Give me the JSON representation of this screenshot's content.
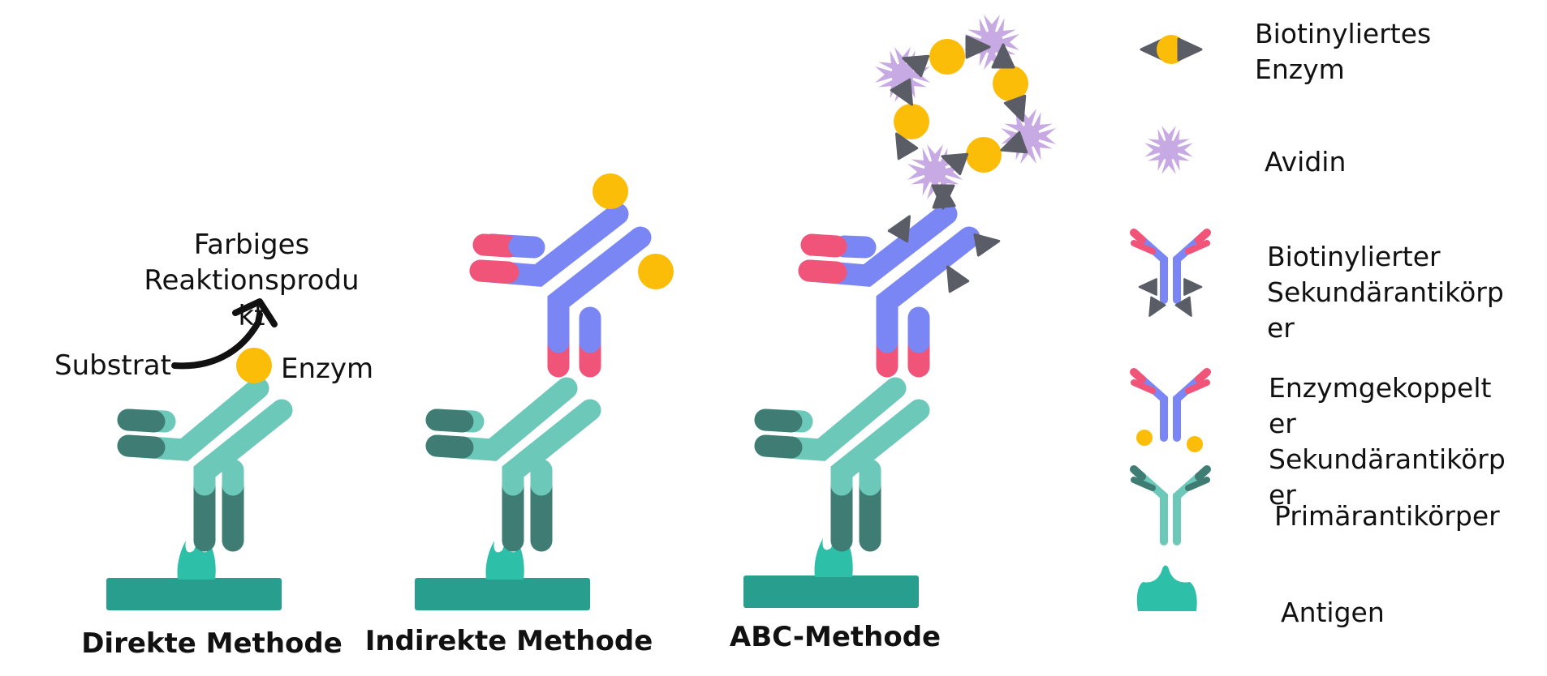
{
  "labels": {
    "product": [
      "Farbiges",
      "Reaktionsprodu",
      "kt"
    ],
    "substrate": "Substrat",
    "enzyme": "Enzym"
  },
  "methods": [
    {
      "title": "Direkte Methode"
    },
    {
      "title": "Indirekte Methode"
    },
    {
      "title": "ABC-Methode"
    }
  ],
  "legend": {
    "biotinylated_enzyme": [
      "Biotinyliertes",
      "Enzym"
    ],
    "avidin": "Avidin",
    "biotinylated_secondary": [
      "Biotinylierter",
      "Sekundärantikörp",
      "er"
    ],
    "enzyme_secondary": [
      "Enzymgekoppelt",
      "er",
      "Sekundärantikörp",
      "er"
    ],
    "primary": "Primärantikörper",
    "antigen": "Antigen"
  },
  "colors": {
    "teal_light": "#6cc8b8",
    "teal_dark": "#3f7d74",
    "antigen": "#2ebfa8",
    "surface": "#289e8e",
    "blue": "#7b86f5",
    "red": "#f05478",
    "enzyme": "#fbbd08",
    "biotin": "#5a5d66",
    "avidin": "#c7a9e3"
  }
}
